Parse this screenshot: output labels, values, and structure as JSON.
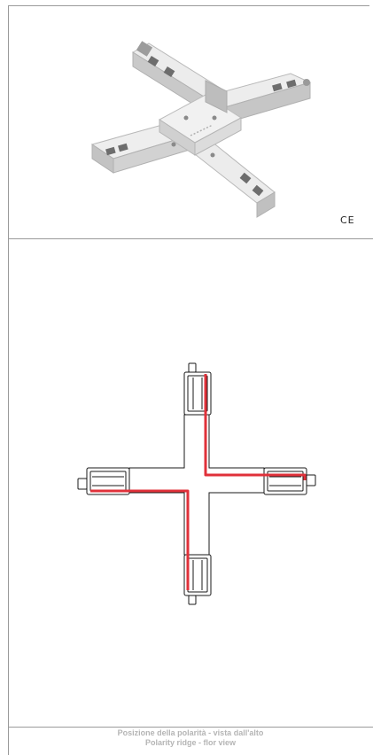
{
  "marks": {
    "ce": "CE"
  },
  "caption": {
    "line1": "Posizione della polarità - vista dall'alto",
    "line2": "Polarity ridge - flor view"
  },
  "colors": {
    "polarity_ridge": "#e0313a",
    "housing": "#d9d9d9",
    "outline": "#1a1a1a",
    "caption": "#b5b5b5"
  }
}
